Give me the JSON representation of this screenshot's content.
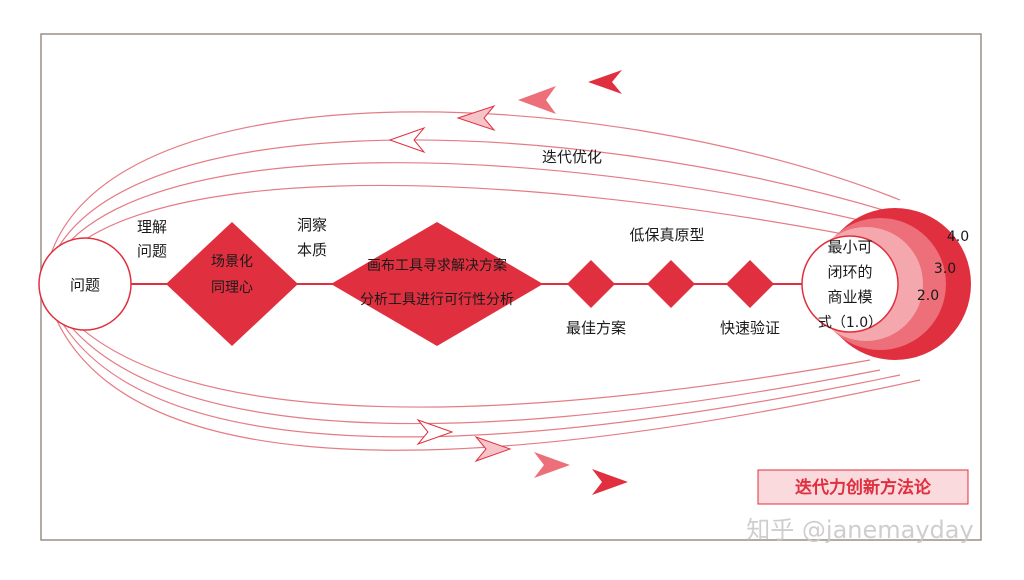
{
  "diagram": {
    "problem_label": "问题",
    "step_labels": {
      "understand_line1": "理解",
      "understand_line2": "问题",
      "insight_line1": "洞察",
      "insight_line2": "本质",
      "lowfi": "低保真原型"
    },
    "diamonds": {
      "scene_line1": "场景化",
      "scene_line2": "同理心",
      "canvas_line1": "画布工具寻求解决方案",
      "canvas_line2": "分析工具进行可行性分析",
      "best": "最佳方案",
      "quick": "快速验证"
    },
    "iterate": "迭代优化",
    "mvp": {
      "line1": "最小可",
      "line2": "闭环的",
      "line3": "商业模",
      "line4": "式（1.0）",
      "v2": "2.0",
      "v3": "3.0",
      "v4": "4.0"
    },
    "method_title": "迭代力创新方法论",
    "watermark": "知乎 @janemayday"
  },
  "colors": {
    "accent": "#e0303f",
    "accent_mid": "#ec6f79",
    "accent_light": "#f4a8ae",
    "accent_pale": "#fadadd",
    "frame": "#9b8f86",
    "text": "#1a1a1a",
    "watermark": "#c9c9c9"
  }
}
